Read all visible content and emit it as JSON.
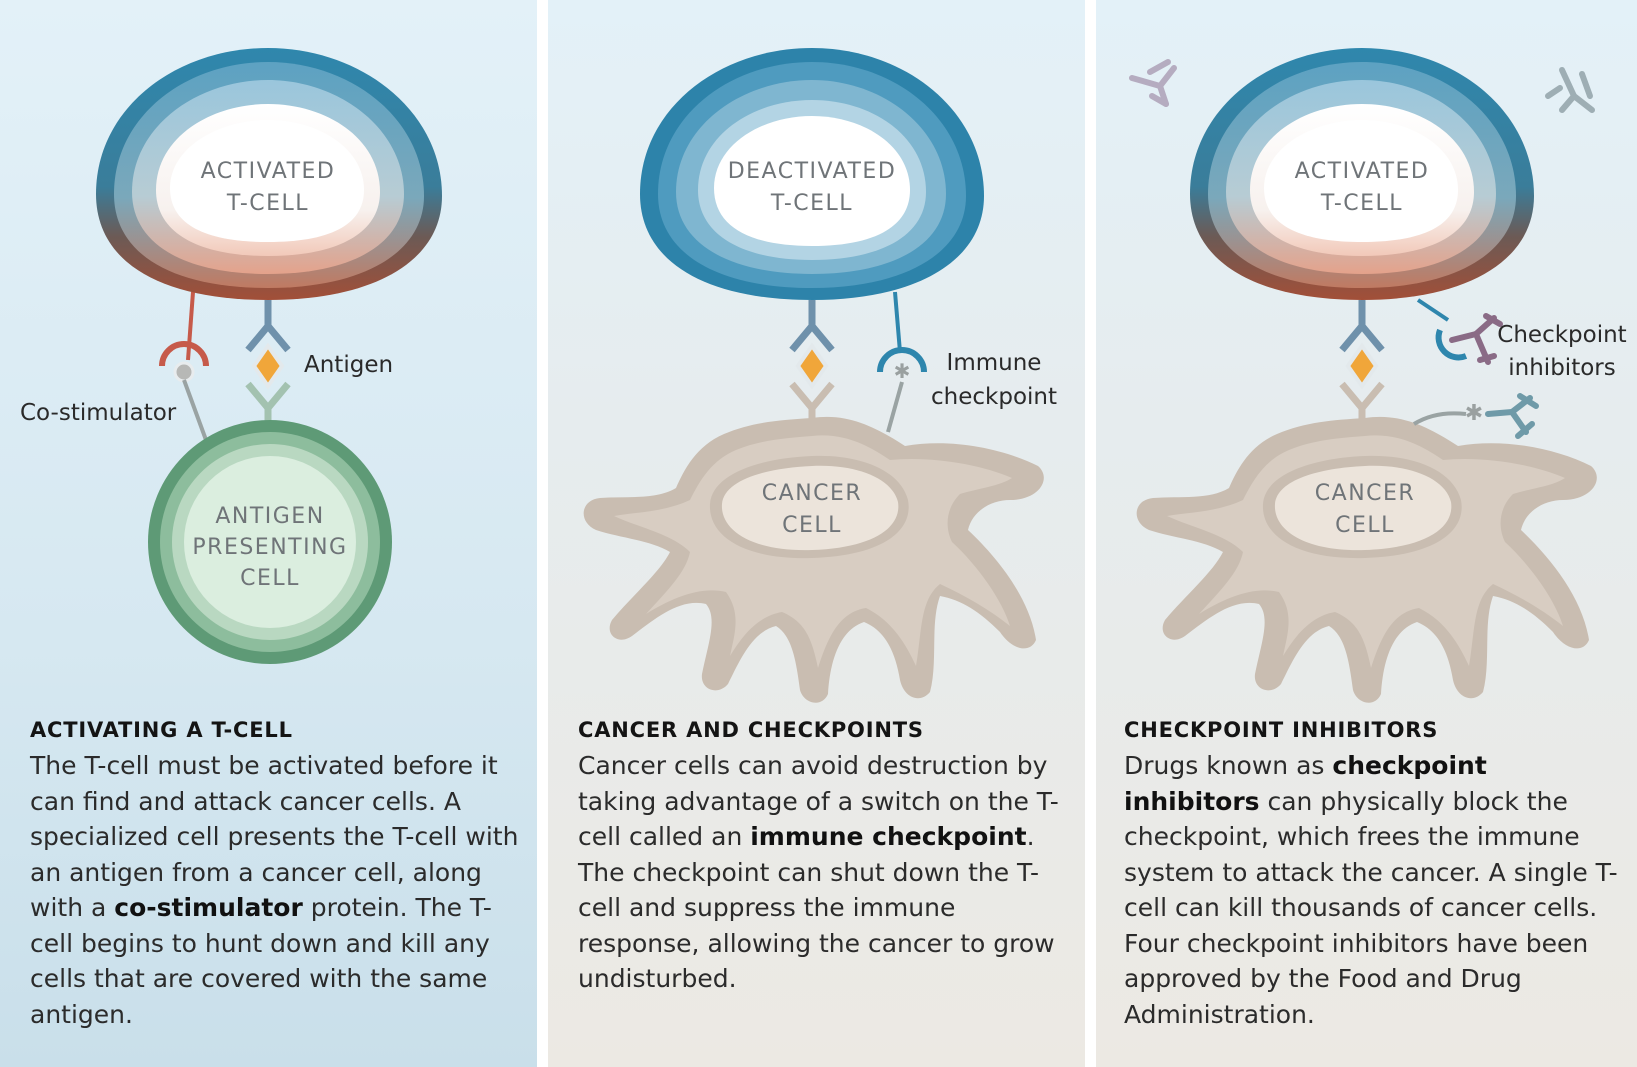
{
  "panels": [
    {
      "cell_top": [
        "ACTIVATED",
        "T-CELL"
      ],
      "cell_bottom": [
        "ANTIGEN",
        "PRESENTING",
        "CELL"
      ],
      "callouts": {
        "antigen": "Antigen",
        "costim": "Co-stimulator"
      },
      "heading": "ACTIVATING A T-CELL",
      "body": [
        {
          "t": "The T-cell must be activated before it can find and attack cancer cells. A specialized cell presents the T-cell with an antigen from a cancer cell, along with a "
        },
        {
          "t": "co-stimulator",
          "b": true
        },
        {
          "t": " protein. The T-cell begins to hunt down and kill any cells that are covered with the same antigen."
        }
      ]
    },
    {
      "cell_top": [
        "DEACTIVATED",
        "T-CELL"
      ],
      "cell_bottom": [
        "CANCER",
        "CELL"
      ],
      "callouts": {
        "checkpoint": [
          "Immune",
          "checkpoint"
        ]
      },
      "heading": "CANCER AND CHECKPOINTS",
      "body": [
        {
          "t": "Cancer cells can avoid destruction by taking advantage of a switch on the T-cell called an "
        },
        {
          "t": "immune checkpoint",
          "b": true
        },
        {
          "t": ". The checkpoint can shut down the T-cell and suppress the immune response, allowing the cancer to grow undisturbed."
        }
      ]
    },
    {
      "cell_top": [
        "ACTIVATED",
        "T-CELL"
      ],
      "cell_bottom": [
        "CANCER",
        "CELL"
      ],
      "callouts": {
        "inhibitors": [
          "Checkpoint",
          "inhibitors"
        ]
      },
      "heading": "CHECKPOINT INHIBITORS",
      "body": [
        {
          "t": "Drugs known as "
        },
        {
          "t": "checkpoint inhibitors",
          "b": true
        },
        {
          "t": " can physically block the checkpoint, which frees the immune system to attack the cancer. A single T-cell can kill thousands of cancer cells. Four checkpoint inhibitors have been approved by the Food and Drug Administration."
        }
      ]
    }
  ],
  "colors": {
    "tcell_blue": "#2e86ad",
    "tcell_red": "#a9533c",
    "apc_green": "#5e9a76",
    "cancer_beige": "#c9bdb1",
    "receptor_blue": "#6f91ab",
    "antigen_orange": "#f0a63a",
    "costim_red": "#c65a4a",
    "checkpoint_blue": "#2e86ad",
    "inhibitor_purple": "#8a6b86",
    "inhibitor_teal": "#6f9aa8"
  }
}
